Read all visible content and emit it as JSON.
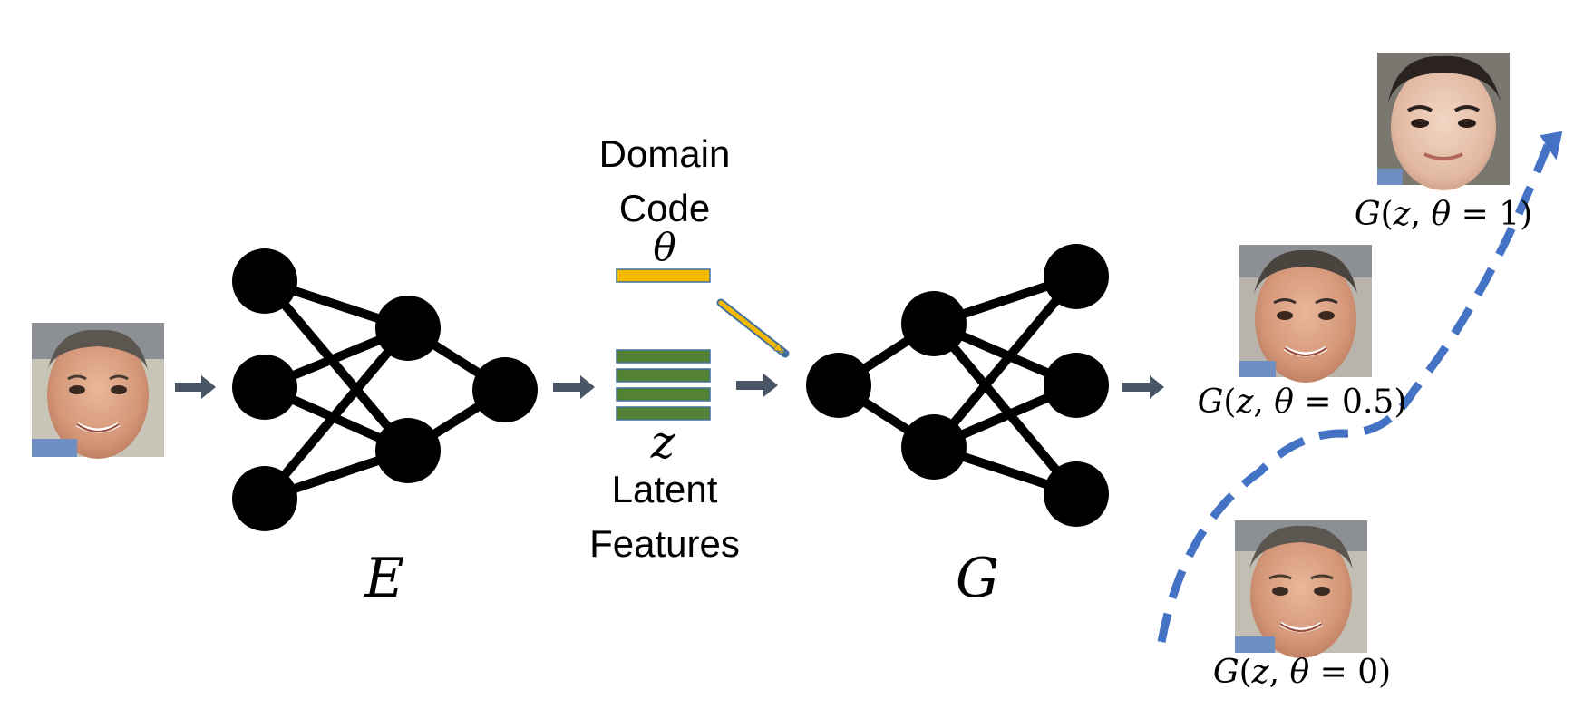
{
  "domain_code": {
    "line1": "Domain",
    "line2": "Code",
    "symbol": "θ"
  },
  "latent": {
    "symbol": "z",
    "line1": "Latent",
    "line2": "Features"
  },
  "encoder": {
    "label": "E"
  },
  "generator": {
    "label": "G"
  },
  "outputs": {
    "theta_1": {
      "G": "G",
      "open": "(",
      "z": "z",
      "comma": ", ",
      "theta": "θ",
      "eq": " = ",
      "value": "1",
      "close": ")"
    },
    "theta_05": {
      "G": "G",
      "open": "(",
      "z": "z",
      "comma": ", ",
      "theta": "θ",
      "eq": " = ",
      "value": "0.5",
      "close": ")"
    },
    "theta_0": {
      "G": "G",
      "open": "(",
      "z": "z",
      "comma": ", ",
      "theta": "θ",
      "eq": " = ",
      "value": "0",
      "close": ")"
    }
  },
  "colors": {
    "domain_code_bar": "#f5b800",
    "latent_bars": "#548235",
    "bar_outline": "#41719c",
    "arrow": "#4a5665",
    "dashed_curve": "#4472c4",
    "node": "#000000"
  }
}
